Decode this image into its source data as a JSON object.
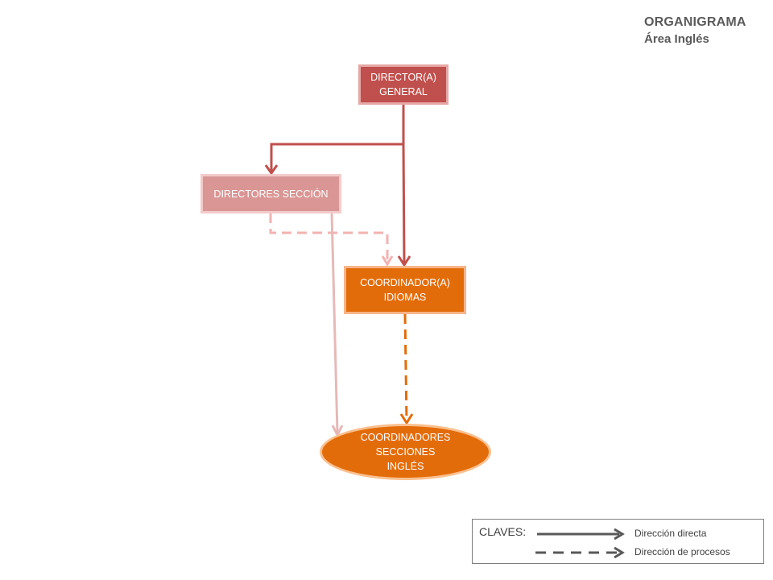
{
  "header": {
    "title": "ORGANIGRAMA",
    "subtitle": "Área Inglés"
  },
  "nodes": {
    "director": {
      "line1": "DIRECTOR(A)",
      "line2": "GENERAL"
    },
    "directores_seccion": {
      "line1": "DIRECTORES SECCIÓN"
    },
    "coordinador": {
      "line1": "COORDINADOR(A)",
      "line2": "IDIOMAS"
    },
    "coordinadores_secciones": {
      "line1": "COORDINADORES",
      "line2": "SECCIONES",
      "line3": "INGLÉS"
    }
  },
  "legend": {
    "heading": "CLAVES:",
    "direct": "Dirección directa",
    "process": "Dirección de procesos"
  },
  "colors": {
    "director": "#c0504d",
    "directores_seccion": "#d99694",
    "coordinador": "#e36c0a",
    "direct_line_director": "#c0504d",
    "direct_line_seccion": "#e6b9b8",
    "process_line_seccion": "#f2b3b1",
    "process_line_coord": "#e36c0a",
    "legend_arrow": "#595959"
  }
}
